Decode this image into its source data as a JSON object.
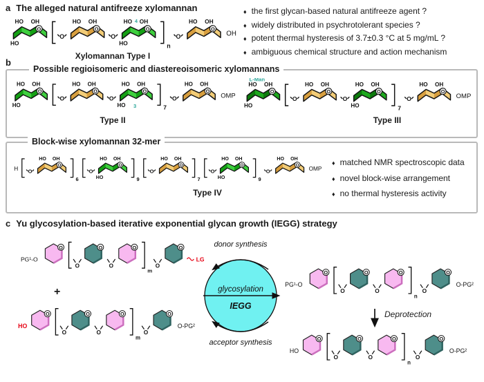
{
  "ui": {
    "bullet_char": "♦"
  },
  "colors": {
    "mannose_green": "#3ecf3e",
    "mannose_green_dark_face": "#15a015",
    "l_mannose_dark_green": "#1ea81e",
    "xylose_tan": "#f2cc77",
    "xylose_tan_dark_face": "#d89f3f",
    "hex_pink": "#f8b9f0",
    "hex_teal": "#4e8e8a",
    "cycle_cyan": "#70f1f1",
    "accent_red": "#e60012",
    "annotation_teal": "#2fa89c",
    "box_border_gray": "#b9b9b9"
  },
  "panel_a": {
    "tag": "a",
    "title": "The alleged natural antifreeze xylomannan",
    "caption": "Xylomannan Type I",
    "bullets": [
      "the first glycan-based natural antifreeze agent ?",
      "widely distributed in psychrotolerant species ?",
      "potent thermal hysteresis of 3.7±0.3 °C at 5 mg/mL ?",
      "ambiguous chemical structure and action mechanism"
    ]
  },
  "panel_b": {
    "tag": "b",
    "iso_box": {
      "title": "Possible regioisomeric and diastereoisomeric xylomannans",
      "type2_caption": "Type II",
      "type3_caption": "Type III"
    },
    "block_box": {
      "title": "Block-wise xylomannan 32-mer",
      "caption": "Type IV",
      "bullets": [
        "matched NMR spectroscopic data",
        "novel block-wise arrangement",
        "no thermal hysteresis activity"
      ]
    }
  },
  "panel_c": {
    "tag": "c",
    "title": "Yu glycosylation-based iterative exponential glycan growth (IEGG) strategy",
    "plus": "+",
    "cycle": {
      "top_label": "donor synthesis",
      "arrow_label": "glycosylation",
      "center_label": "IEGG",
      "bottom_label": "acceptor synthesis"
    },
    "deprotection_label": "Deprotection"
  },
  "ring_defs": {
    "man": {
      "fill": "#3ecf3e",
      "dark": "#15a015",
      "labels": [
        "HO",
        "OH",
        "HO"
      ]
    },
    "mand": {
      "fill": "#1ea81e",
      "dark": "#0c7a0c",
      "labels": [
        "HO",
        "OH",
        "HO"
      ]
    },
    "xyl": {
      "fill": "#f2cc77",
      "dark": "#d89f3f",
      "labels": [
        "HO",
        "OH"
      ]
    },
    "pink": {
      "fill": "#f8b9f0",
      "dark": "#cc6fbe",
      "labels": []
    },
    "teal": {
      "fill": "#4e8e8a",
      "dark": "#2f6360",
      "labels": []
    }
  },
  "structures": {
    "type1": {
      "kind": "chair",
      "tokens": [
        {
          "t": "ring",
          "k": "man"
        },
        {
          "t": "bo"
        },
        {
          "t": "o"
        },
        {
          "t": "ring",
          "k": "xyl"
        },
        {
          "t": "o"
        },
        {
          "t": "ring",
          "k": "man",
          "ann": "4",
          "annpos": "above"
        },
        {
          "t": "bc",
          "sub": "n"
        },
        {
          "t": "o"
        },
        {
          "t": "ring",
          "k": "xyl"
        },
        {
          "t": "lbl",
          "text": "OH"
        }
      ]
    },
    "type2": {
      "kind": "chair",
      "tokens": [
        {
          "t": "ring",
          "k": "man"
        },
        {
          "t": "bo"
        },
        {
          "t": "o"
        },
        {
          "t": "ring",
          "k": "xyl"
        },
        {
          "t": "o"
        },
        {
          "t": "ring",
          "k": "man",
          "ann": "3",
          "annpos": "below"
        },
        {
          "t": "bc",
          "sub": "7"
        },
        {
          "t": "o"
        },
        {
          "t": "ring",
          "k": "xyl"
        },
        {
          "t": "lbl",
          "text": "OMP"
        }
      ]
    },
    "type3": {
      "kind": "chair",
      "tokens": [
        {
          "t": "ring",
          "k": "mand",
          "ann": "L-Man",
          "annpos": "topleft"
        },
        {
          "t": "bo"
        },
        {
          "t": "o"
        },
        {
          "t": "ring",
          "k": "xyl"
        },
        {
          "t": "o"
        },
        {
          "t": "ring",
          "k": "mand"
        },
        {
          "t": "bc",
          "sub": "7"
        },
        {
          "t": "o"
        },
        {
          "t": "ring",
          "k": "xyl"
        },
        {
          "t": "lbl",
          "text": "OMP"
        }
      ]
    },
    "type4": {
      "kind": "chair",
      "tokens": [
        {
          "t": "lbl",
          "text": "H"
        },
        {
          "t": "bo"
        },
        {
          "t": "o"
        },
        {
          "t": "ring",
          "k": "xyl"
        },
        {
          "t": "bc",
          "sub": "6"
        },
        {
          "t": "bo"
        },
        {
          "t": "o"
        },
        {
          "t": "ring",
          "k": "man"
        },
        {
          "t": "bc",
          "sub": "9"
        },
        {
          "t": "bo"
        },
        {
          "t": "o"
        },
        {
          "t": "ring",
          "k": "xyl"
        },
        {
          "t": "bc",
          "sub": "7"
        },
        {
          "t": "bo"
        },
        {
          "t": "o"
        },
        {
          "t": "ring",
          "k": "man"
        },
        {
          "t": "bc",
          "sub": "9"
        },
        {
          "t": "o"
        },
        {
          "t": "ring",
          "k": "xyl"
        },
        {
          "t": "lbl",
          "text": "OMP"
        }
      ]
    },
    "donor": {
      "kind": "hex",
      "tokens": [
        {
          "t": "lbl",
          "text": "PG¹-O"
        },
        {
          "t": "ring",
          "k": "pink"
        },
        {
          "t": "bo"
        },
        {
          "t": "o"
        },
        {
          "t": "ring",
          "k": "teal"
        },
        {
          "t": "o"
        },
        {
          "t": "ring",
          "k": "pink"
        },
        {
          "t": "bc",
          "sub": "m"
        },
        {
          "t": "o"
        },
        {
          "t": "ring",
          "k": "teal"
        },
        {
          "t": "lbl",
          "text": "LG",
          "color": "#e60012",
          "bold": true,
          "wavy": true
        }
      ]
    },
    "acceptor": {
      "kind": "hex",
      "tokens": [
        {
          "t": "lbl",
          "text": "HO",
          "color": "#e60012",
          "bold": true
        },
        {
          "t": "ring",
          "k": "pink"
        },
        {
          "t": "bo"
        },
        {
          "t": "o"
        },
        {
          "t": "ring",
          "k": "teal"
        },
        {
          "t": "o"
        },
        {
          "t": "ring",
          "k": "pink"
        },
        {
          "t": "bc",
          "sub": "m"
        },
        {
          "t": "o"
        },
        {
          "t": "ring",
          "k": "teal"
        },
        {
          "t": "lbl",
          "text": "O-PG²"
        }
      ]
    },
    "product": {
      "kind": "hex",
      "tokens": [
        {
          "t": "lbl",
          "text": "PG¹-O"
        },
        {
          "t": "ring",
          "k": "pink"
        },
        {
          "t": "bo"
        },
        {
          "t": "o"
        },
        {
          "t": "ring",
          "k": "teal"
        },
        {
          "t": "o"
        },
        {
          "t": "ring",
          "k": "pink"
        },
        {
          "t": "bc",
          "sub": "n"
        },
        {
          "t": "o"
        },
        {
          "t": "ring",
          "k": "teal"
        },
        {
          "t": "lbl",
          "text": "O-PG²"
        }
      ]
    },
    "final": {
      "kind": "hex",
      "tokens": [
        {
          "t": "lbl",
          "text": "HO"
        },
        {
          "t": "ring",
          "k": "pink"
        },
        {
          "t": "bo"
        },
        {
          "t": "o"
        },
        {
          "t": "ring",
          "k": "teal"
        },
        {
          "t": "o"
        },
        {
          "t": "ring",
          "k": "pink"
        },
        {
          "t": "bc",
          "sub": "n"
        },
        {
          "t": "o"
        },
        {
          "t": "ring",
          "k": "teal"
        },
        {
          "t": "lbl",
          "text": "O-PG²"
        }
      ]
    }
  }
}
